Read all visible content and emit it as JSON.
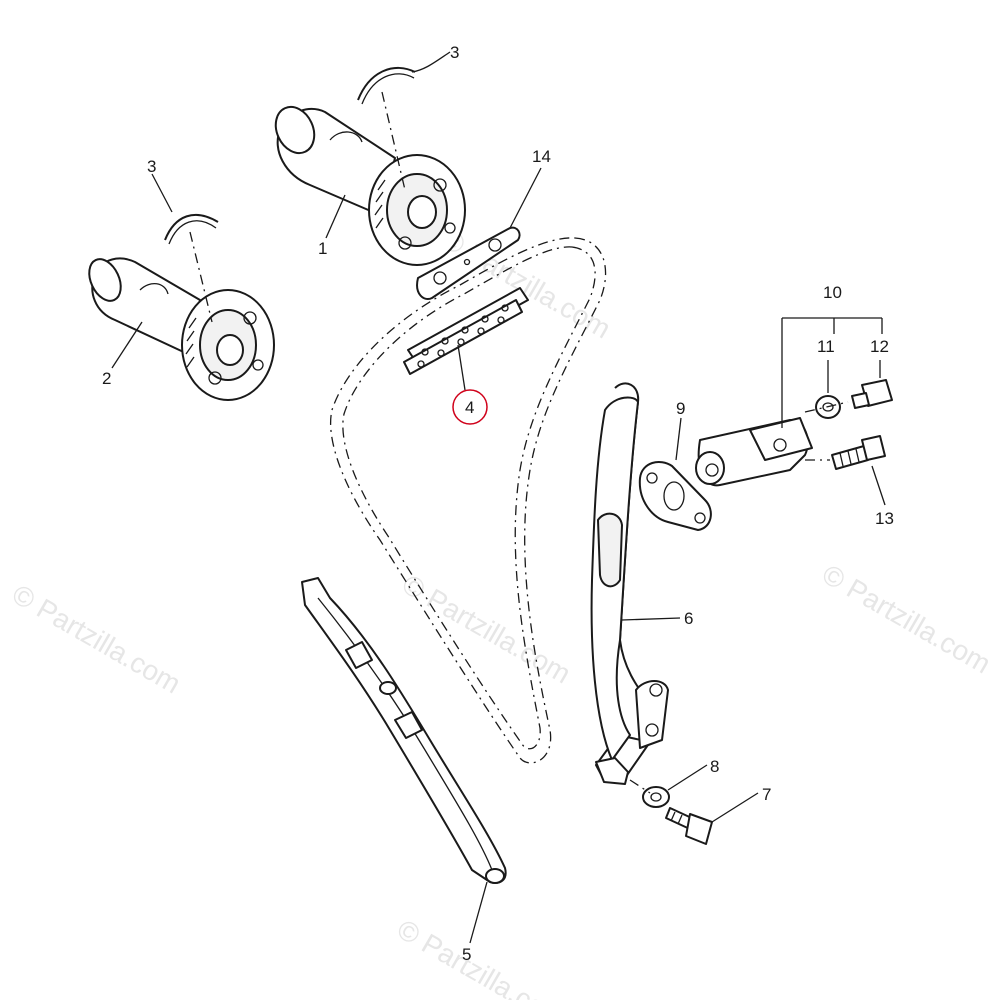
{
  "watermark": "© Partzilla.com",
  "callouts": [
    {
      "id": "1",
      "label": "1"
    },
    {
      "id": "2",
      "label": "2"
    },
    {
      "id": "3a",
      "label": "3"
    },
    {
      "id": "3b",
      "label": "3"
    },
    {
      "id": "4",
      "label": "4",
      "highlighted": true
    },
    {
      "id": "5",
      "label": "5"
    },
    {
      "id": "6",
      "label": "6"
    },
    {
      "id": "7",
      "label": "7"
    },
    {
      "id": "8",
      "label": "8"
    },
    {
      "id": "9",
      "label": "9"
    },
    {
      "id": "10",
      "label": "10"
    },
    {
      "id": "11",
      "label": "11"
    },
    {
      "id": "12",
      "label": "12"
    },
    {
      "id": "13",
      "label": "13"
    },
    {
      "id": "14",
      "label": "14"
    }
  ],
  "colors": {
    "line": "#1a1a1a",
    "highlight": "#d0021b",
    "watermark": "#e6e6e6"
  }
}
